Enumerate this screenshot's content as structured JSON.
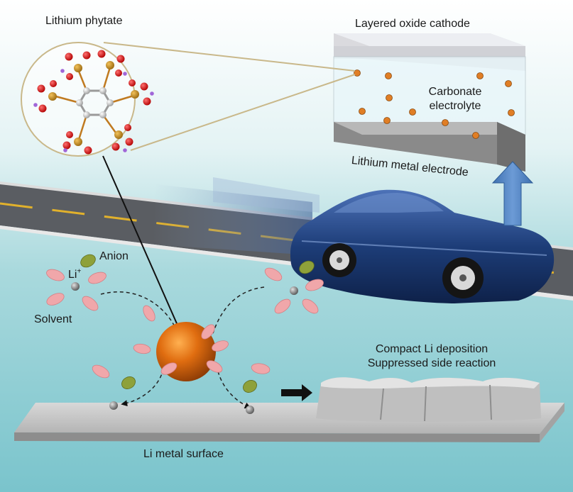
{
  "labels": {
    "lithium_phytate": "Lithium phytate",
    "cathode": "Layered oxide cathode",
    "electrolyte_line1": "Carbonate",
    "electrolyte_line2": "electrolyte",
    "anode": "Lithium metal electrode",
    "anion": "Anion",
    "li_ion_base": "Li",
    "li_ion_charge": "+",
    "solvent": "Solvent",
    "result_line1": "Compact Li deposition",
    "result_line2": "Suppressed side reaction",
    "surface": "Li metal surface"
  },
  "colors": {
    "background_top": "#ffffff",
    "background_bottom": "#7ac4cc",
    "road": "#5a5d62",
    "road_line_yellow": "#e1b12c",
    "car_body": "#1d3d78",
    "lithium_dot": "#e07e25",
    "phosphorus": "#c8901f",
    "oxygen": "#e02020",
    "carbon": "#c8c8c8",
    "hydrogen": "#a066d8",
    "solvent": "#f0a7aa",
    "anion": "#8ea13a",
    "li_ion": "#777777",
    "additive_sphere": "#e06d10",
    "arrow_blue": "#4f86c6",
    "li_slab": "#c4c4c4"
  },
  "icons": {
    "molecule": "lithium-phytate-molecule",
    "car": "car-icon",
    "up_arrow": "up-arrow-icon",
    "right_arrow": "right-arrow-icon"
  }
}
